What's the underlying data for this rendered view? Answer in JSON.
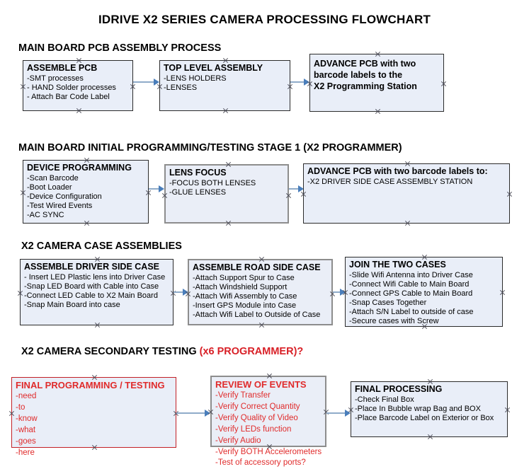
{
  "document": {
    "title": "IDRIVE X2  SERIES CAMERA PROCESSING FLOWCHART"
  },
  "sections": [
    {
      "id": "main-board-pcb-assembly",
      "label": "MAIN BOARD PCB ASSEMBLY PROCESS",
      "accent": ""
    },
    {
      "id": "main-board-initial-programming",
      "label": "MAIN BOARD INITIAL PROGRAMMING/TESTING STAGE 1 (X2 PROGRAMMER)",
      "accent": ""
    },
    {
      "id": "x2-camera-case-assemblies",
      "label": "X2 CAMERA CASE ASSEMBLIES",
      "accent": ""
    },
    {
      "id": "x2-camera-secondary-testing",
      "label": "X2 CAMERA SECONDARY TESTING ",
      "accent": "(x6 PROGRAMMER)?"
    }
  ],
  "nodes": [
    {
      "id": "assemble-pcb",
      "title": "ASSEMBLE PCB",
      "lines": [
        " -SMT processes",
        "- HAND Solder processes",
        "- Attach Bar Code Label"
      ]
    },
    {
      "id": "top-level-assembly",
      "title": "TOP LEVEL ASSEMBLY",
      "lines": [
        "-LENS HOLDERS",
        "-LENSES"
      ]
    },
    {
      "id": "advance-pcb-to-x2-programming-station",
      "title": "ADVANCE PCB with two",
      "lines": [
        "barcode labels to the",
        " X2 Programming Station"
      ]
    },
    {
      "id": "device-programming",
      "title": "DEVICE PROGRAMMING",
      "lines": [
        "-Scan Barcode",
        "-Boot Loader",
        "-Device Configuration",
        "-Test Wired Events",
        "-AC SYNC"
      ]
    },
    {
      "id": "lens-focus",
      "title": "LENS FOCUS",
      "lines": [
        "-FOCUS BOTH LENSES",
        "-GLUE LENSES"
      ]
    },
    {
      "id": "advance-pcb-to-driver-side-case",
      "title": "ADVANCE PCB with two barcode labels to:",
      "lines": [
        "-X2 DRIVER  SIDE  CASE  ASSEMBLY STATION"
      ]
    },
    {
      "id": "assemble-driver-side-case",
      "title": "ASSEMBLE DRIVER SIDE CASE",
      "lines": [
        "- Insert LED Plastic lens into Driver Case",
        "-Snap LED Board with Cable into Case",
        "-Connect LED Cable to X2 Main Board",
        "-Snap Main Board into case"
      ]
    },
    {
      "id": "assemble-road-side-case",
      "title": "ASSEMBLE ROAD SIDE CASE",
      "lines": [
        "-Attach Support Spur to Case",
        "-Attach Windshield Support",
        "-Attach Wifi Assembly to Case",
        "-Insert GPS Module into Case",
        "-Attach Wifi Label to Outside of Case"
      ]
    },
    {
      "id": "join-the-two-cases",
      "title": "JOIN THE TWO CASES",
      "lines": [
        "-Slide Wifi Antenna into Driver Case",
        "-Connect Wifi Cable to Main Board",
        "-Connect GPS Cable to Main Board",
        "-Snap Cases Together",
        "-Attach S/N Label to outside of case",
        "-Secure cases with Screw"
      ]
    },
    {
      "id": "final-programming-testing",
      "title": "FINAL PROGRAMMING / TESTING",
      "lines": [
        "-need",
        "-to",
        "-know",
        "-what",
        "-goes",
        "-here"
      ]
    },
    {
      "id": "review-of-events",
      "title": "REVIEW OF EVENTS",
      "lines": [
        "-Verify Transfer",
        "-Verify Correct Quantity",
        "-Verify Quality of Video",
        "-Verify LEDs function",
        "-Verify Audio",
        "-Verify BOTH Accelerometers",
        "-Test of accessory ports?"
      ]
    },
    {
      "id": "final-processing",
      "title": "FINAL PROCESSING",
      "lines": [
        " -Check Final Box",
        "-Place In Bubble wrap Bag and BOX",
        "-Place Barcode Label on Exterior or Box"
      ]
    }
  ],
  "colors": {
    "node_fill": "#e9eef8",
    "node_border": "#2b2b2b",
    "selected_border": "#8d8d8d",
    "accent_red": "#e02b2b",
    "connector_line": "#8fabc9",
    "connector_arrow": "#4a7ebb",
    "text": "#000000"
  }
}
